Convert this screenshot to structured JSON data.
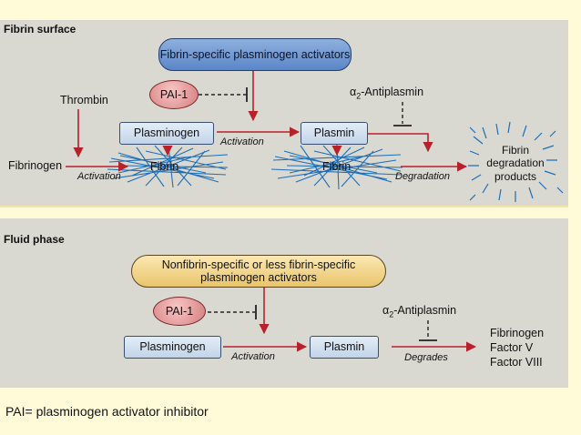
{
  "top": {
    "title": "Fibrin surface",
    "activators": "Fibrin-specific plasminogen activators",
    "pai": "PAI-1",
    "thrombin": "Thrombin",
    "fibrinogen": "Fibrinogen",
    "plasminogen": "Plasminogen",
    "plasmin": "Plasmin",
    "fibrin_left": "Fibrin",
    "fibrin_right": "Fibrin",
    "activation_left": "Activation",
    "activation_mid": "Activation",
    "degradation": "Degradation",
    "antiplasmin": "α2-Antiplasmin",
    "products": "Fibrin degradation products"
  },
  "bottom": {
    "title": "Fluid phase",
    "activators": "Nonfibrin-specific or less fibrin-specific plasminogen activators",
    "pai": "PAI-1",
    "plasminogen": "Plasminogen",
    "plasmin": "Plasmin",
    "activation": "Activation",
    "antiplasmin": "α2-Antiplasmin",
    "degrades": "Degrades",
    "targets": [
      "Fibrinogen",
      "Factor V",
      "Factor VIII"
    ]
  },
  "legend": "PAI= plasminogen activator inhibitor",
  "colors": {
    "arrow": "#b8202a",
    "fibrin": "#1f6fb8",
    "blue_pill": "#5a86c8",
    "tan_pill": "#e9c46c",
    "pai": "#d47c7c"
  }
}
